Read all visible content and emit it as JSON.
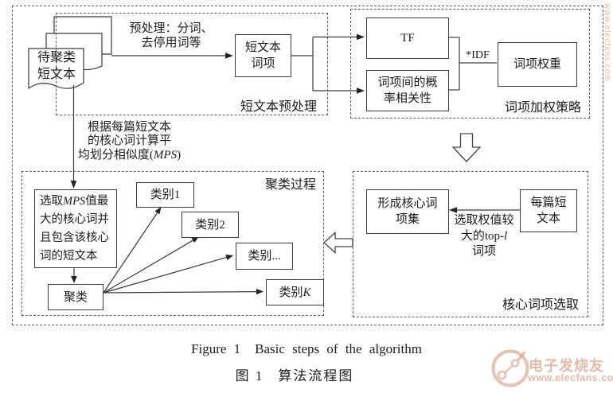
{
  "figure": {
    "caption_en_1": "Figure 1",
    "caption_en_2": "Basic steps of the algorithm",
    "caption_zh_1": "图 1",
    "caption_zh_2": "算法流程图"
  },
  "stages": {
    "preprocess": {
      "label": "短文本预处理"
    },
    "weighting": {
      "label": "词项加权策略"
    },
    "clustering": {
      "label": "聚类过程"
    },
    "core_terms": {
      "label": "核心词项选取"
    }
  },
  "nodes": {
    "doc_stack": {
      "line1": "待聚类",
      "line2": "短文本"
    },
    "preprocess_note": {
      "line1": "预处理：分词、",
      "line2": "去停用词等"
    },
    "term_box": {
      "line1": "短文本",
      "line2": "词项"
    },
    "tf_box": {
      "label": "TF"
    },
    "prob_box": {
      "line1": "词项间的概",
      "line2": "率相关性"
    },
    "idf_label": "*IDF",
    "weight_box": {
      "label": "词项权重"
    },
    "mps_note": {
      "line1": "根据每篇短文本",
      "line2": "的核心词计算平",
      "line3_pre": "均划分相似度(",
      "line3_italic": "MPS",
      "line3_post": ")"
    },
    "select_box": {
      "line1_pre": "选取",
      "line1_italic": "MPS",
      "line1_post": "值最",
      "line2": "大的核心词并",
      "line3": "且包含该核心",
      "line4": "词的短文本"
    },
    "cluster_box": {
      "label": "聚类"
    },
    "cat1": {
      "label": "类别1"
    },
    "cat2": {
      "label": "类别2"
    },
    "cat3": {
      "label": "类别..."
    },
    "catk": {
      "pre": "类别",
      "italic": "K"
    },
    "perdoc_box": {
      "line1": "每篇短",
      "line2": "文本"
    },
    "form_box": {
      "line1": "形成核心词",
      "line2": "项集"
    },
    "topl_note": {
      "line1": "选取权值较",
      "line2_pre": "大的top-",
      "line2_italic": "l",
      "line3": "词项"
    }
  },
  "watermark": {
    "side_vertical": "www.elecfans.com",
    "logo_title": "电子发烧友",
    "logo_url": "www.elecfans.com"
  },
  "colors": {
    "line": "#3a3a3a",
    "dash_border": "#585858",
    "text": "#1b1b1b",
    "watermark": "#ce9276"
  }
}
